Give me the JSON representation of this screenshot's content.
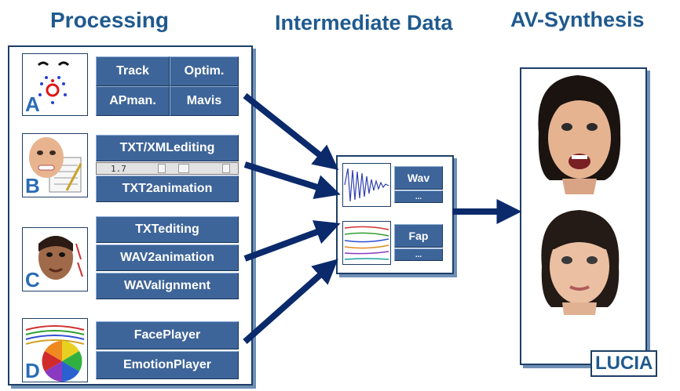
{
  "headings": {
    "processing": "Processing",
    "intermediate": "Intermediate Data",
    "synthesis": "AV-Synthesis"
  },
  "modules": [
    {
      "letter": "A",
      "buttons": [
        "Track",
        "Optim.",
        "APman.",
        "Mavis"
      ]
    },
    {
      "letter": "B",
      "buttons": [
        "TXT/XMLediting",
        "TXT2animation"
      ],
      "slider_value": "1.7"
    },
    {
      "letter": "C",
      "buttons": [
        "TXTediting",
        "WAV2animation",
        "WAValignment"
      ]
    },
    {
      "letter": "D",
      "buttons": [
        "FacePlayer",
        "EmotionPlayer"
      ]
    }
  ],
  "intermediate_data": {
    "items": [
      {
        "label": "Wav",
        "sub": "..."
      },
      {
        "label": "Fap",
        "sub": "..."
      }
    ]
  },
  "synthesis": {
    "label": "LUCIA"
  },
  "colors": {
    "heading": "#1f5a8e",
    "button": "#3e6599",
    "arrow": "#0b2a6b",
    "border": "#1d3f66"
  }
}
